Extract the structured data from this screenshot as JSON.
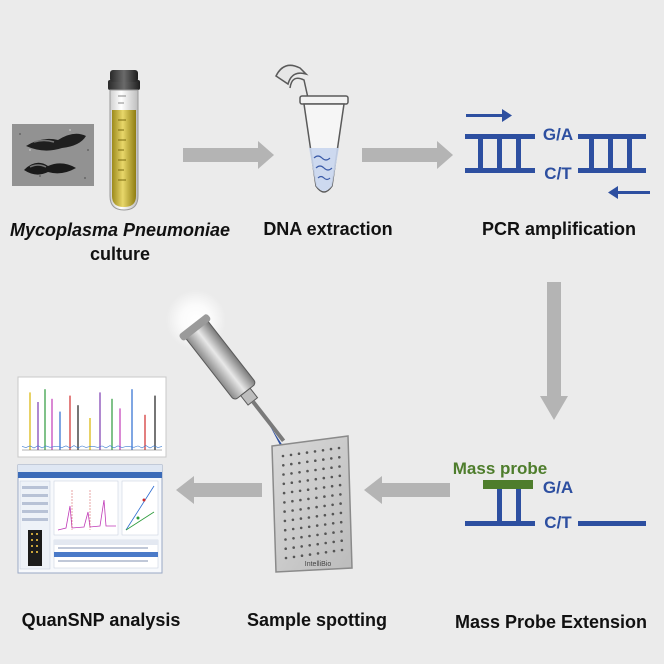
{
  "steps": {
    "culture": {
      "line1": "Mycoplasma Pneumoniae",
      "line2": "culture"
    },
    "extraction": "DNA extraction",
    "pcr": "PCR amplification",
    "extension": "Mass Probe Extension",
    "spotting": "Sample spotting",
    "analysis": "QuanSNP analysis"
  },
  "pcr_labels": {
    "top": "G/A",
    "bottom": "C/T"
  },
  "extension_labels": {
    "probe": "Mass probe",
    "top": "G/A",
    "bottom": "C/T"
  },
  "plate_label": "IntelliBio",
  "colors": {
    "strand": "#2d4fa0",
    "probe": "#4e7d2c",
    "arrow": "#b4b4b4",
    "background": "#ebebeb"
  }
}
